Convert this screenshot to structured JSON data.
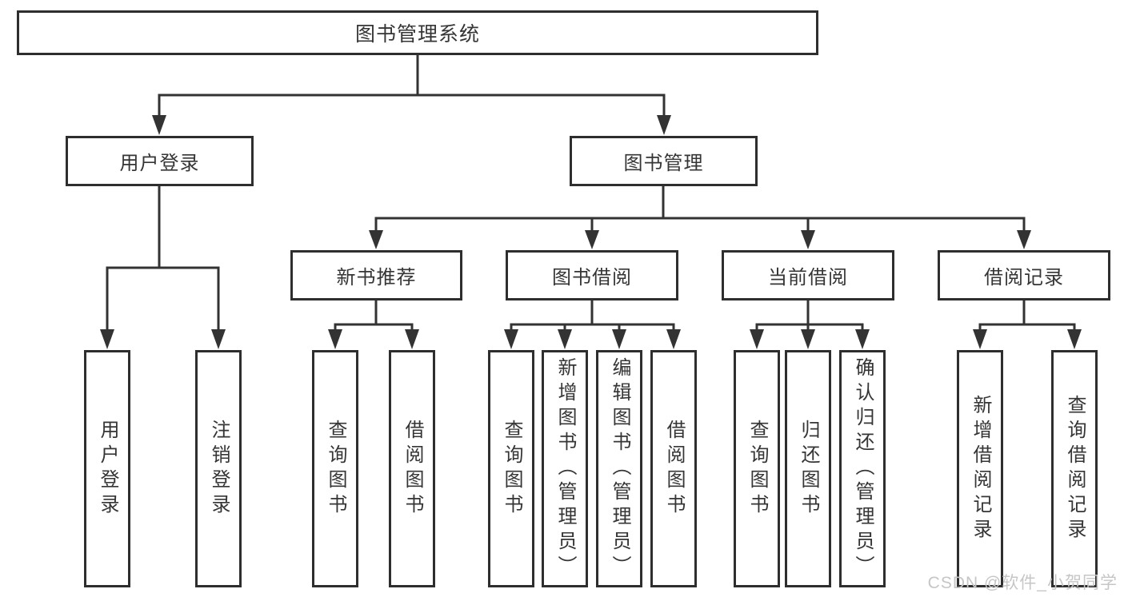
{
  "tree": {
    "root": {
      "label": "图书管理系统",
      "children": [
        {
          "label": "用户登录",
          "children": [
            {
              "label": "用户登录"
            },
            {
              "label": "注销登录"
            }
          ]
        },
        {
          "label": "图书管理",
          "children": [
            {
              "label": "新书推荐",
              "children": [
                {
                  "label": "查询图书"
                },
                {
                  "label": "借阅图书"
                }
              ]
            },
            {
              "label": "图书借阅",
              "children": [
                {
                  "label": "查询图书"
                },
                {
                  "label": "新增图书（管理员）"
                },
                {
                  "label": "编辑图书（管理员）"
                },
                {
                  "label": "借阅图书"
                }
              ]
            },
            {
              "label": "当前借阅",
              "children": [
                {
                  "label": "查询图书"
                },
                {
                  "label": "归还图书"
                },
                {
                  "label": "确认归还（管理员）"
                }
              ]
            },
            {
              "label": "借阅记录",
              "children": [
                {
                  "label": "新增借阅记录"
                },
                {
                  "label": "查询借阅记录"
                }
              ]
            }
          ]
        }
      ]
    }
  },
  "watermark": {
    "text": "CSDN @软件_小贺同学"
  },
  "colors": {
    "line": "#333333",
    "box_border": "#2e2e2e",
    "box_fill": "#ffffff",
    "text": "#353535",
    "background": "#ffffff",
    "watermark": "#c6c6c6"
  }
}
